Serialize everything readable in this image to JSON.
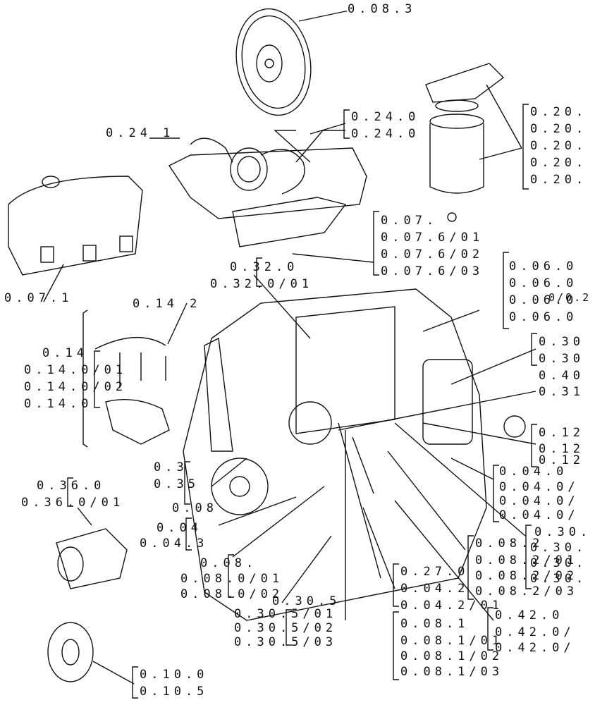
{
  "diagram": {
    "colors": {
      "ink": "#111111",
      "paper": "#ffffff"
    },
    "labels": {
      "flywheel": "0.08.3",
      "turbo_a": "0.24.0",
      "turbo_b": "0.24.0",
      "turbo_pipe": "0.24 1",
      "filter_1": "0.20.",
      "filter_2": "0.20.",
      "filter_3": "0.20.",
      "filter_4": "0.20.",
      "filter_5": "0.20.",
      "manifold_0": "0.07.",
      "manifold_1": "0.07.6/01",
      "manifold_2": "0.07.6/02",
      "manifold_3": "0.07.6/03",
      "intake": "0.07.1",
      "head_gasket_a": "0.32.0",
      "head_gasket_b": "0.32.0/01",
      "valves_1": "0.06.0",
      "valves_2": "0.06.0",
      "valves_3": "0.06.0",
      "valves_3b": "0/0.2",
      "valves_4": "0.06.0",
      "inj_pipe_2": "0.14 2",
      "inj_a": "0.14",
      "inj_b": "0.14.0/01",
      "inj_c": "0.14.0/02",
      "inj_d": "0.14.0",
      "oil_filter_a": "0.30",
      "oil_filter_b": "0.30",
      "oil_cooler": "0.40",
      "thermostat": "0.31",
      "sump_1": "0.12",
      "sump_2": "0.12",
      "sump_3": "0.12",
      "pump_1": "0.04.0",
      "pump_2": "0.04.0/",
      "pump_3": "0.04.0/",
      "pump_4": "0.04.0/",
      "fan_a": "0.3",
      "fan_b": "0.35",
      "starter_a": "0.36.0",
      "starter_b": "0.36.0/01",
      "pulley_a": "0.08",
      "pulley_b": "0.04",
      "pulley_c": "0.04.3",
      "crank_1": "0.08.",
      "crank_2": "0.08.0/01",
      "crank_3": "0.08.0/02",
      "block_1": "0.30.5",
      "block_2": "0.30.5/01",
      "block_3": "0.30.5/02",
      "block_4": "0.30.5/03",
      "rod_0": "0.27.0",
      "rod_1": "0.04.2",
      "rod_2": "0.04.2/01",
      "piston_1": "0.08.1",
      "piston_2": "0.08.1/01",
      "piston_3": "0.08.1/02",
      "piston_4": "0.08.1/03",
      "lube_1": "0.30.",
      "lube_2": "0.30.",
      "lube_3": "0.30.",
      "lube_4": "0.30.",
      "cam_1": "0.08.2",
      "cam_2": "0.08.2/01",
      "cam_3": "0.08.2/02",
      "cam_4": "0.08.2/03",
      "oilpump_1": "0.42.0",
      "oilpump_2": "0.42.0/",
      "oilpump_3": "0.42.0/",
      "gear_a": "0.10.0",
      "gear_b": "0.10.5"
    }
  }
}
